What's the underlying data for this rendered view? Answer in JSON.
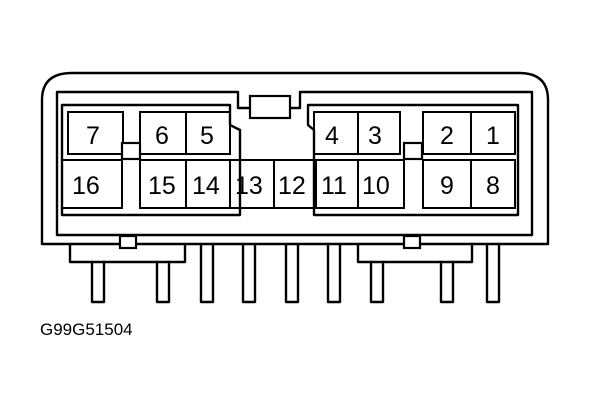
{
  "figure_code": "G99G51504",
  "pins": {
    "p1": "1",
    "p2": "2",
    "p3": "3",
    "p4": "4",
    "p5": "5",
    "p6": "6",
    "p7": "7",
    "p8": "8",
    "p9": "9",
    "p10": "10",
    "p11": "11",
    "p12": "12",
    "p13": "13",
    "p14": "14",
    "p15": "15",
    "p16": "16"
  }
}
